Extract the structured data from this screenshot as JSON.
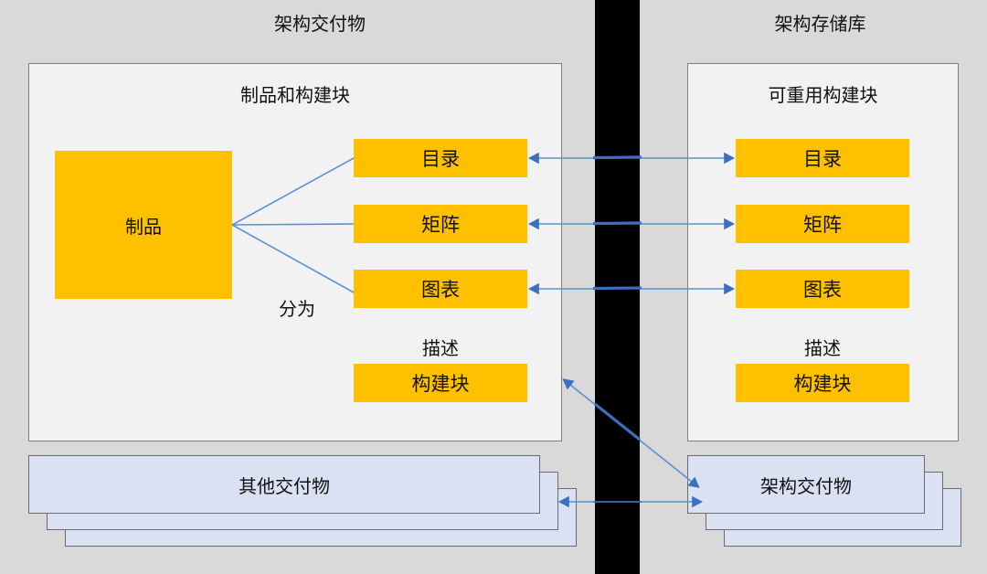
{
  "diagram": {
    "title_left": "架构交付物",
    "title_right": "架构存储库",
    "panel_left_title": "制品和构建块",
    "panel_right_title": "可重用构建块",
    "colors": {
      "background": "#d9d9d9",
      "panel_fill": "#f2f2f2",
      "panel_border": "#7f7f7f",
      "block_fill": "#ffc000",
      "document_fill": "#d9e1f2",
      "document_border": "#6b6b6b",
      "connector": "#4a7ebb",
      "divider": "#000000"
    },
    "left": {
      "artifact_label": "制品",
      "relation_label": "分为",
      "describes_label": "描述",
      "blocks": [
        {
          "id": "catalog",
          "label": "目录"
        },
        {
          "id": "matrix",
          "label": "矩阵"
        },
        {
          "id": "chart",
          "label": "图表"
        }
      ],
      "building_block_label": "构建块",
      "stack_label": "其他交付物",
      "stack_sheets": 3
    },
    "right": {
      "describes_label": "描述",
      "blocks": [
        {
          "id": "catalog",
          "label": "目录"
        },
        {
          "id": "matrix",
          "label": "矩阵"
        },
        {
          "id": "chart",
          "label": "图表"
        }
      ],
      "building_block_label": "构建块",
      "stack_label": "架构交付物",
      "stack_sheets": 3
    },
    "connectors": [
      {
        "id": "artifact-to-catalog",
        "kind": "line",
        "from": "制品",
        "to": "目录"
      },
      {
        "id": "artifact-to-matrix",
        "kind": "line",
        "from": "制品",
        "to": "矩阵"
      },
      {
        "id": "artifact-to-chart",
        "kind": "line",
        "from": "制品",
        "to": "图表"
      },
      {
        "id": "catalog-sync",
        "kind": "double-arrow",
        "from": "目录",
        "to": "目录"
      },
      {
        "id": "matrix-sync",
        "kind": "double-arrow",
        "from": "矩阵",
        "to": "矩阵"
      },
      {
        "id": "chart-sync",
        "kind": "double-arrow",
        "from": "图表",
        "to": "图表"
      },
      {
        "id": "blocks-to-repo-deliverable",
        "kind": "double-arrow",
        "from": "构建块",
        "to": "架构交付物"
      },
      {
        "id": "other-to-architecture-deliverable",
        "kind": "double-arrow",
        "from": "其他交付物",
        "to": "架构交付物"
      }
    ]
  }
}
